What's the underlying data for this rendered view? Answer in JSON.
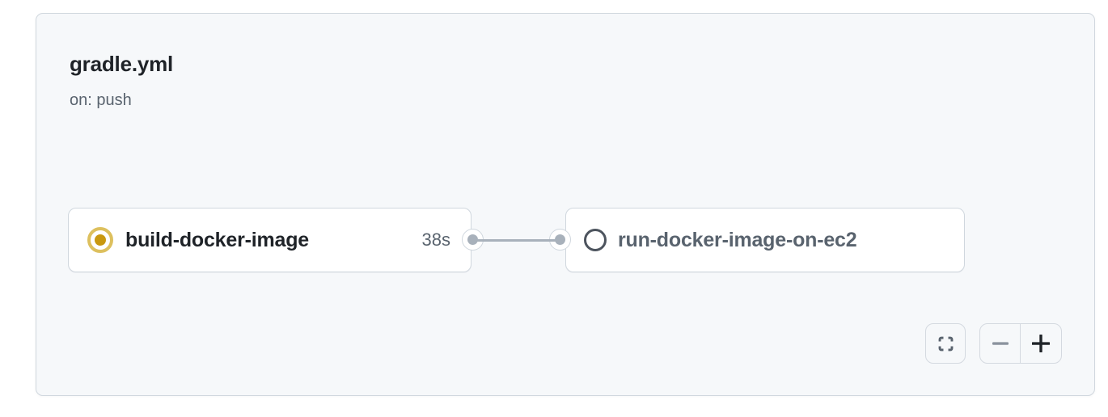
{
  "workflow": {
    "file_name": "gradle.yml",
    "trigger": "on: push"
  },
  "graph": {
    "jobs": [
      {
        "name": "build-docker-image",
        "status": "in_progress",
        "duration": "38s"
      },
      {
        "name": "run-docker-image-on-ec2",
        "status": "queued",
        "duration": ""
      }
    ],
    "edges": [
      {
        "from": "build-docker-image",
        "to": "run-docker-image-on-ec2"
      }
    ]
  },
  "controls": {
    "fullscreen_icon": "corner-brackets-expand",
    "zoom_out_icon": "minus",
    "zoom_in_icon": "plus"
  },
  "colors": {
    "card_background": "#f6f8fa",
    "card_border": "#d0d7de",
    "node_background": "#ffffff",
    "node_border": "#d0d7de",
    "in_progress_core": "#c9980f",
    "in_progress_ring": "#ddc05e",
    "queued_outline": "#4d545e",
    "connector_gray": "#a8b1bb",
    "text_primary": "#1f2328",
    "text_secondary": "#59636e"
  }
}
